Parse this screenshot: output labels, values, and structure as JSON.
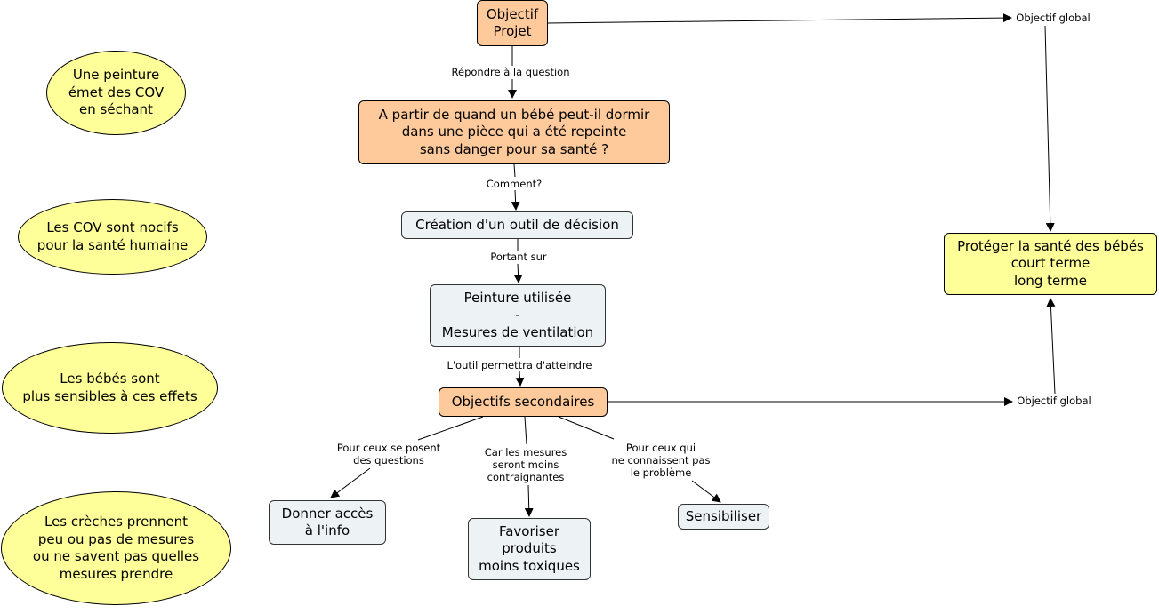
{
  "nodes": {
    "objectif_projet": "Objectif\nProjet",
    "question": "A partir de quand un bébé peut-il dormir\ndans une pièce qui a été repeinte\nsans danger pour sa santé ?",
    "creation_outil": "Création d'un outil de décision",
    "peinture": "Peinture utilisée\n-\nMesures de ventilation",
    "objectifs_secondaires": "Objectifs secondaires",
    "donner_acces": "Donner accès\nà l'info",
    "favoriser": "Favoriser\nproduits\nmoins toxiques",
    "sensibiliser": "Sensibiliser",
    "proteger": "Protéger la santé des bébés\ncourt terme\nlong terme"
  },
  "notes": {
    "cov_sechant": "Une peinture\német des COV\nen séchant",
    "cov_nocifs": "Les COV sont nocifs\npour la santé humaine",
    "bebes_sensibles": "Les bébés sont\nplus sensibles à ces effets",
    "creches": "Les crèches prennent\npeu ou pas de mesures\nou ne savent pas quelles\nmesures prendre"
  },
  "edge_labels": {
    "repondre": "Répondre à la question",
    "comment": "Comment?",
    "portant_sur": "Portant sur",
    "outil_permettra": "L'outil permettra d'atteindre",
    "objectif_global_top": "Objectif global",
    "objectif_global_mid": "Objectif global",
    "pour_ceux_posent": "Pour ceux se posent\ndes questions",
    "car_mesures": "Car les mesures\nseront moins\ncontraignantes",
    "pour_ceux_connaissent": "Pour ceux qui\nne connaissent pas\nle problème"
  }
}
